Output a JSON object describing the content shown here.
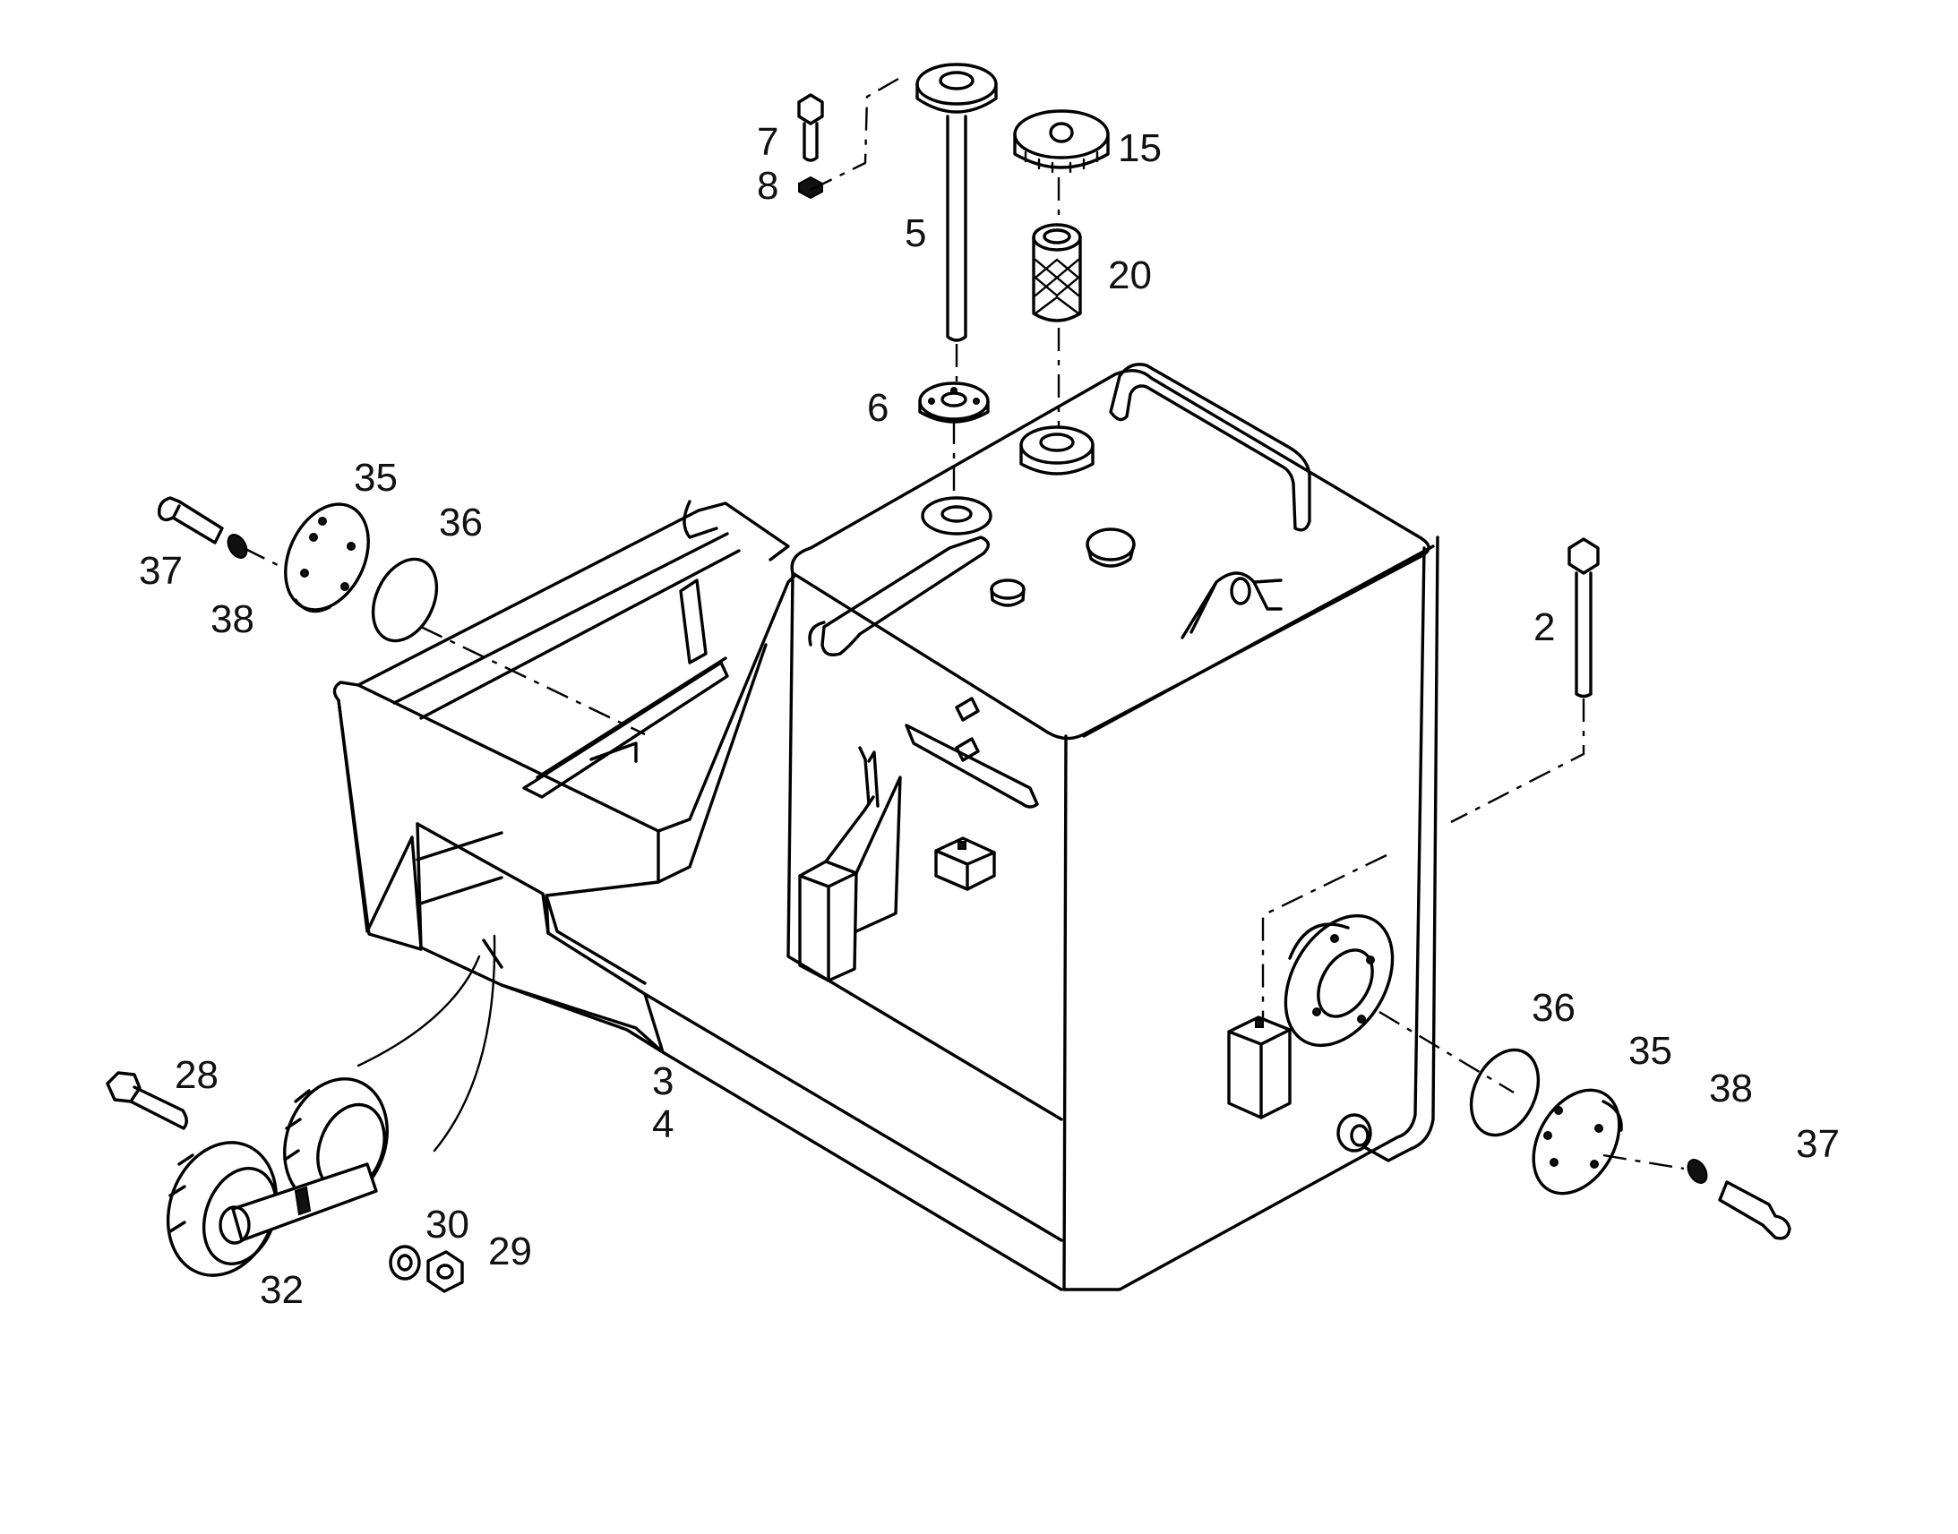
{
  "diagram": {
    "callouts": {
      "c2": "2",
      "c3": "3",
      "c4": "4",
      "c5": "5",
      "c6": "6",
      "c7": "7",
      "c8": "8",
      "c15": "15",
      "c20": "20",
      "c28": "28",
      "c29": "29",
      "c30": "30",
      "c32": "32",
      "c35_left": "35",
      "c36_left": "36",
      "c37_left": "37",
      "c38_left": "38",
      "c35_right": "35",
      "c36_right": "36",
      "c37_right": "37",
      "c38_right": "38"
    }
  }
}
